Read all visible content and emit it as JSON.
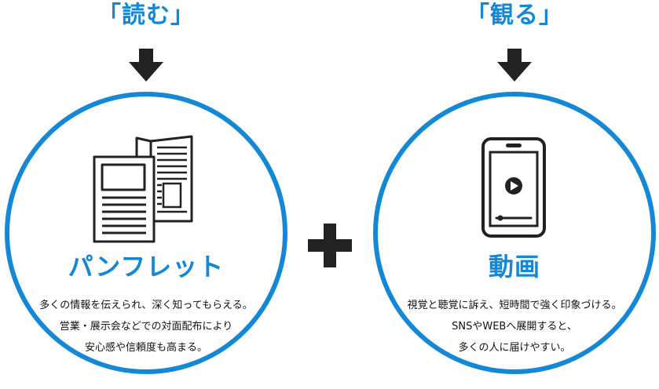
{
  "colors": {
    "accent": "#1388d6",
    "ink": "#222222",
    "text": "#111111"
  },
  "left": {
    "heading": "「読む」",
    "title": "パンフレット",
    "illustration": "pamphlet-icon",
    "description": [
      "多くの情報を伝えられ、深く知ってもらえる。",
      "営業・展示会などでの対面配布により",
      "安心感や信頼度も高まる。"
    ]
  },
  "right": {
    "heading": "「観る」",
    "title": "動画",
    "illustration": "smartphone-video-icon",
    "description": [
      "視覚と聴覚に訴え、短時間で強く印象づける。",
      "SNSやWEBへ展開すると、",
      "多くの人に届けやすい。"
    ]
  },
  "connector_icon": "plus-icon",
  "arrow_icon": "down-arrow-icon"
}
